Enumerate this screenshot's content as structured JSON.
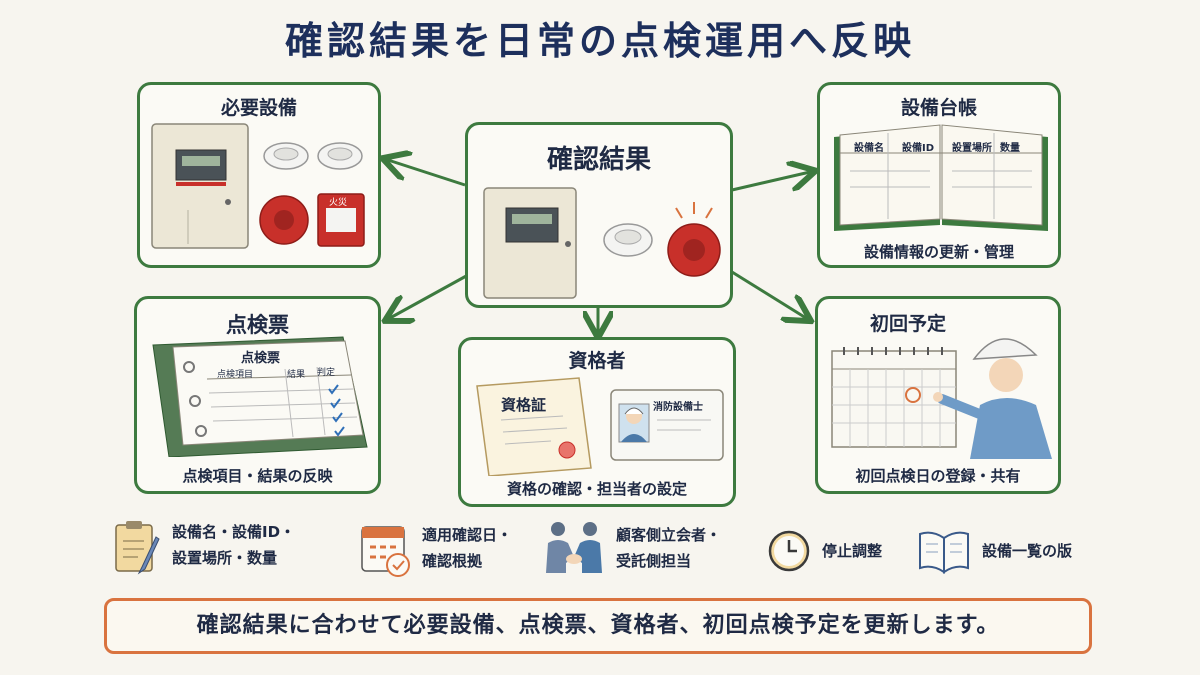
{
  "title": "確認結果を日常の点検運用へ反映",
  "center": {
    "title": "確認結果"
  },
  "boxes": {
    "required": {
      "title": "必要設備",
      "fire_label": "火災"
    },
    "ledger": {
      "title": "設備台帳",
      "caption": "設備情報の更新・管理",
      "columns": [
        "設備名",
        "設備ID",
        "設置場所",
        "数量"
      ]
    },
    "checksheet": {
      "title": "点検票",
      "caption": "点検項目・結果の反映",
      "sheet_title": "点検票",
      "columns": [
        "点検項目",
        "結果",
        "判定"
      ]
    },
    "qualified": {
      "title": "資格者",
      "caption": "資格の確認・担当者の設定",
      "certificate": "資格証",
      "id_card": "消防設備士"
    },
    "schedule": {
      "title": "初回予定",
      "caption": "初回点検日の登録・共有"
    }
  },
  "legend": [
    {
      "icon": "clipboard-pencil-icon",
      "lines": [
        "設備名・設備ID・",
        "設置場所・数量"
      ]
    },
    {
      "icon": "calendar-check-icon",
      "lines": [
        "適用確認日・",
        "確認根拠"
      ]
    },
    {
      "icon": "handshake-icon",
      "lines": [
        "顧客側立会者・",
        "受託側担当"
      ]
    },
    {
      "icon": "clock-icon",
      "lines": [
        "停止調整"
      ]
    },
    {
      "icon": "open-book-icon",
      "lines": [
        "設備一覧の版"
      ]
    }
  ],
  "summary": "確認結果に合わせて必要設備、点検票、資格者、初回点検予定を更新します。",
  "colors": {
    "frame": "#3d7a3f",
    "summary_border": "#d9733f",
    "title": "#1d2f5c",
    "alarm_red": "#c8302a"
  }
}
